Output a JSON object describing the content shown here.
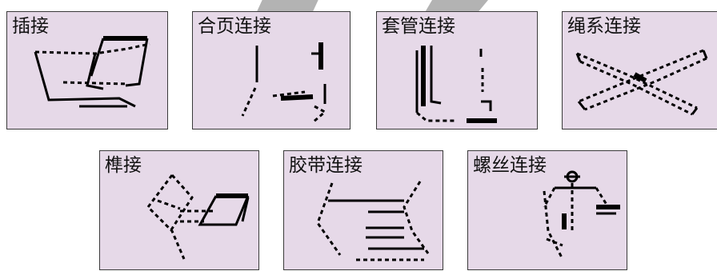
{
  "panels": [
    {
      "id": "insert",
      "label": "插接"
    },
    {
      "id": "hinge",
      "label": "合页连接"
    },
    {
      "id": "sleeve",
      "label": "套管连接"
    },
    {
      "id": "rope",
      "label": "绳系连接"
    },
    {
      "id": "tenon",
      "label": "榫接"
    },
    {
      "id": "tape",
      "label": "胶带连接"
    },
    {
      "id": "screw",
      "label": "螺丝连接"
    }
  ]
}
